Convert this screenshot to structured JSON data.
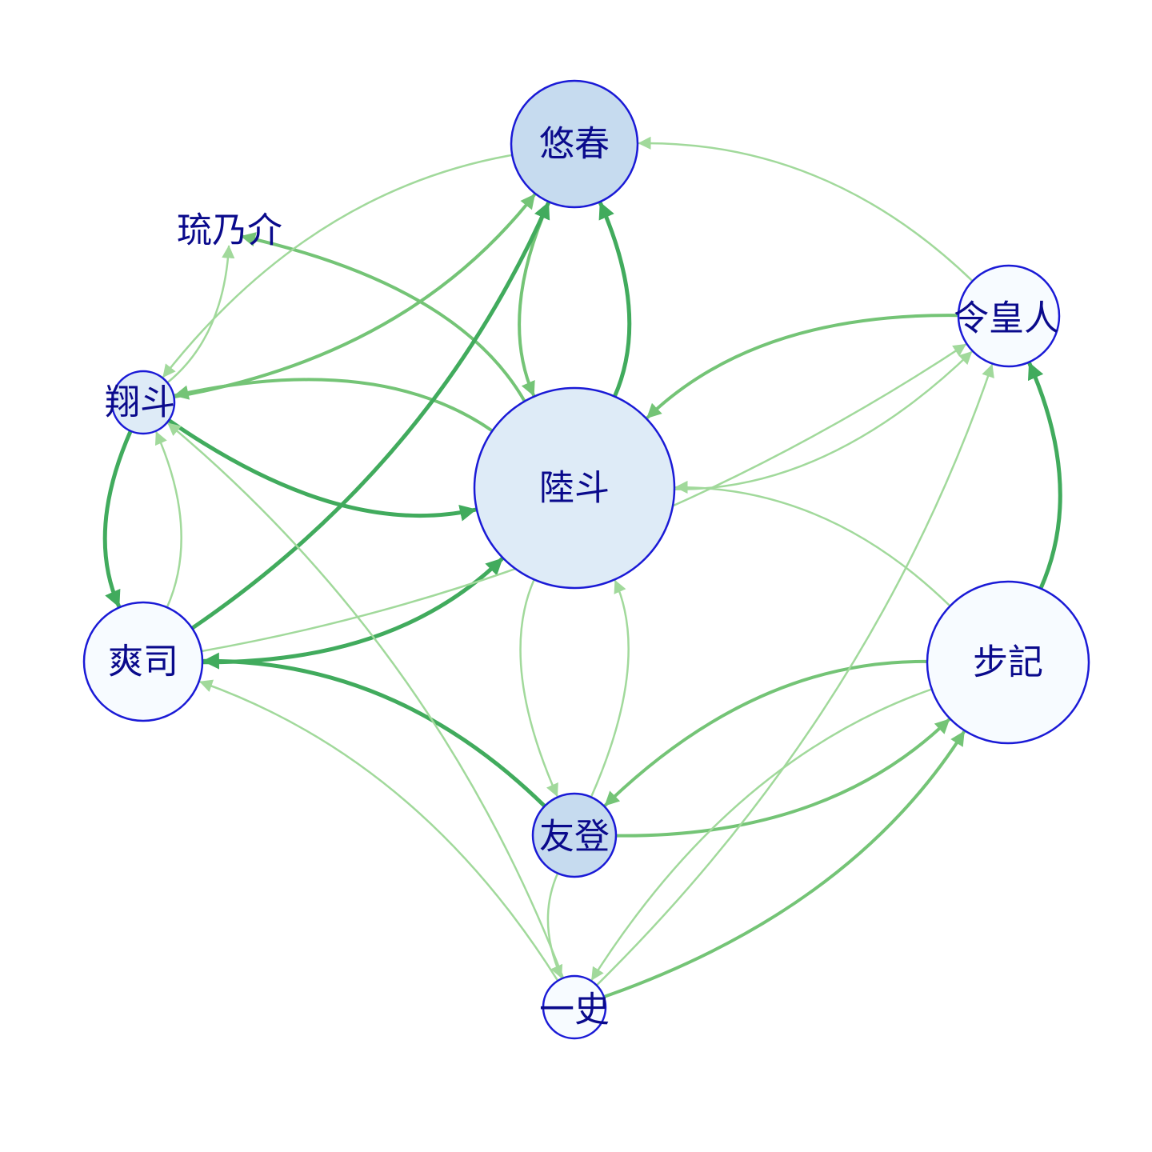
{
  "colors": {
    "node_stroke": "#1a1ad6",
    "label": "#0a0a8c",
    "edge_light": "#a1d99b",
    "edge_mid": "#74c476",
    "edge_dark": "#41ab5d",
    "fill_dark": "#c6dbef",
    "fill_mid": "#deebf7",
    "fill_light": "#f7fbff"
  },
  "nodes": [
    {
      "id": "yuharu",
      "label": "悠春",
      "fill": "#c6dbef",
      "has_circle": true
    },
    {
      "id": "rikuto",
      "label": "陸斗",
      "fill": "#deebf7",
      "has_circle": true
    },
    {
      "id": "rinosuke",
      "label": "琉乃介",
      "fill": "#ffffff",
      "has_circle": false
    },
    {
      "id": "shoto",
      "label": "翔斗",
      "fill": "#deebf7",
      "has_circle": true
    },
    {
      "id": "reiko",
      "label": "令皇人",
      "fill": "#f7fbff",
      "has_circle": true
    },
    {
      "id": "soshi",
      "label": "爽司",
      "fill": "#f7fbff",
      "has_circle": true
    },
    {
      "id": "ayuki",
      "label": "步記",
      "fill": "#f7fbff",
      "has_circle": true
    },
    {
      "id": "yuto",
      "label": "友登",
      "fill": "#c6dbef",
      "has_circle": true
    },
    {
      "id": "kazushi",
      "label": "一史",
      "fill": "#f7fbff",
      "has_circle": true
    }
  ],
  "edges": [
    {
      "from": "yuharu",
      "to": "rikuto",
      "weight": 2
    },
    {
      "from": "rikuto",
      "to": "yuharu",
      "weight": 3
    },
    {
      "from": "rikuto",
      "to": "shoto",
      "weight": 2
    },
    {
      "from": "shoto",
      "to": "rikuto",
      "weight": 3
    },
    {
      "from": "rikuto",
      "to": "rinosuke",
      "weight": 2
    },
    {
      "from": "rikuto",
      "to": "reiko",
      "weight": 1
    },
    {
      "from": "reiko",
      "to": "rikuto",
      "weight": 2
    },
    {
      "from": "reiko",
      "to": "yuharu",
      "weight": 1
    },
    {
      "from": "ayuki",
      "to": "reiko",
      "weight": 3
    },
    {
      "from": "ayuki",
      "to": "rikuto",
      "weight": 1
    },
    {
      "from": "ayuki",
      "to": "yuto",
      "weight": 2
    },
    {
      "from": "yuto",
      "to": "ayuki",
      "weight": 2
    },
    {
      "from": "kazushi",
      "to": "ayuki",
      "weight": 2
    },
    {
      "from": "ayuki",
      "to": "kazushi",
      "weight": 1
    },
    {
      "from": "shoto",
      "to": "yuharu",
      "weight": 2
    },
    {
      "from": "yuharu",
      "to": "shoto",
      "weight": 1
    },
    {
      "from": "shoto",
      "to": "rinosuke",
      "weight": 1
    },
    {
      "from": "shoto",
      "to": "soshi",
      "weight": 3
    },
    {
      "from": "soshi",
      "to": "shoto",
      "weight": 1
    },
    {
      "from": "soshi",
      "to": "yuharu",
      "weight": 3
    },
    {
      "from": "soshi",
      "to": "rikuto",
      "weight": 3
    },
    {
      "from": "yuto",
      "to": "soshi",
      "weight": 3
    },
    {
      "from": "rikuto",
      "to": "yuto",
      "weight": 1
    },
    {
      "from": "yuto",
      "to": "rikuto",
      "weight": 1
    },
    {
      "from": "yuto",
      "to": "kazushi",
      "weight": 1
    },
    {
      "from": "kazushi",
      "to": "soshi",
      "weight": 1
    },
    {
      "from": "kazushi",
      "to": "shoto",
      "weight": 1
    },
    {
      "from": "kazushi",
      "to": "reiko",
      "weight": 1
    },
    {
      "from": "soshi",
      "to": "reiko",
      "weight": 1
    }
  ]
}
